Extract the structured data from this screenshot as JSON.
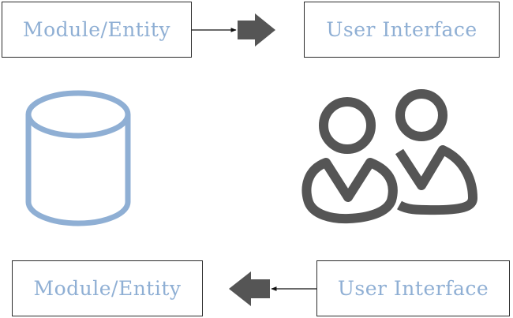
{
  "boxes": {
    "top_left": "Module/Entity",
    "top_right": "User Interface",
    "bottom_left": "Module/Entity",
    "bottom_right": "User Interface"
  },
  "icons": {
    "database": "database-cylinder-icon",
    "users": "users-group-icon",
    "arrow_right": "arrow-right-icon",
    "arrow_left": "arrow-left-icon"
  },
  "colors": {
    "label_text": "#8fafd4",
    "database_stroke": "#8fafd4",
    "users_stroke": "#555555",
    "arrow_fill": "#555555",
    "box_border": "#2b2b2b"
  }
}
